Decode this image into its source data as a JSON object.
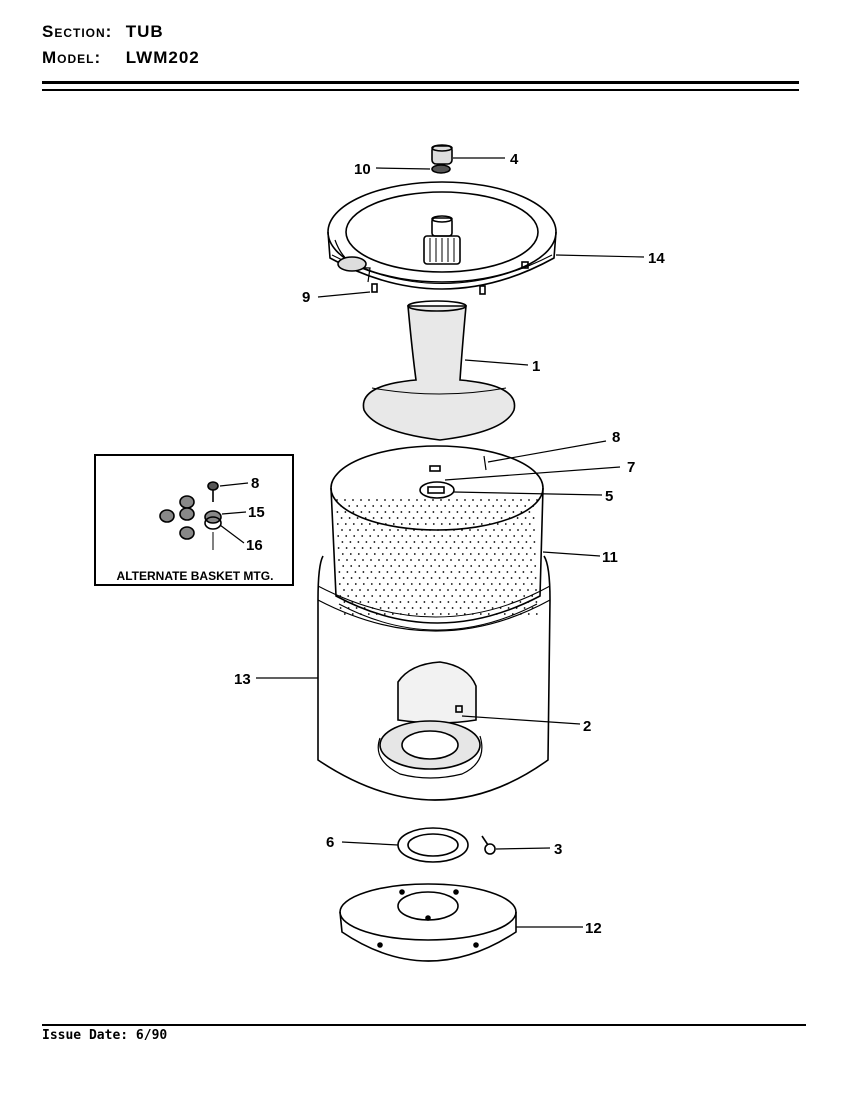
{
  "header": {
    "section_key": "Section:",
    "section_value": "TUB",
    "model_key": "Model:",
    "model_value": "LWM202"
  },
  "inset": {
    "caption": "ALTERNATE BASKET MTG."
  },
  "footer": {
    "issue_date": "Issue Date: 6/90"
  },
  "callouts": {
    "c1": "1",
    "c2": "2",
    "c3": "3",
    "c4": "4",
    "c5": "5",
    "c6": "6",
    "c7": "7",
    "c8": "8",
    "c8b": "8",
    "c9": "9",
    "c10": "10",
    "c11": "11",
    "c12": "12",
    "c13": "13",
    "c14": "14",
    "c15": "15",
    "c16": "16"
  },
  "colors": {
    "ink": "#000000",
    "paper": "#ffffff"
  }
}
